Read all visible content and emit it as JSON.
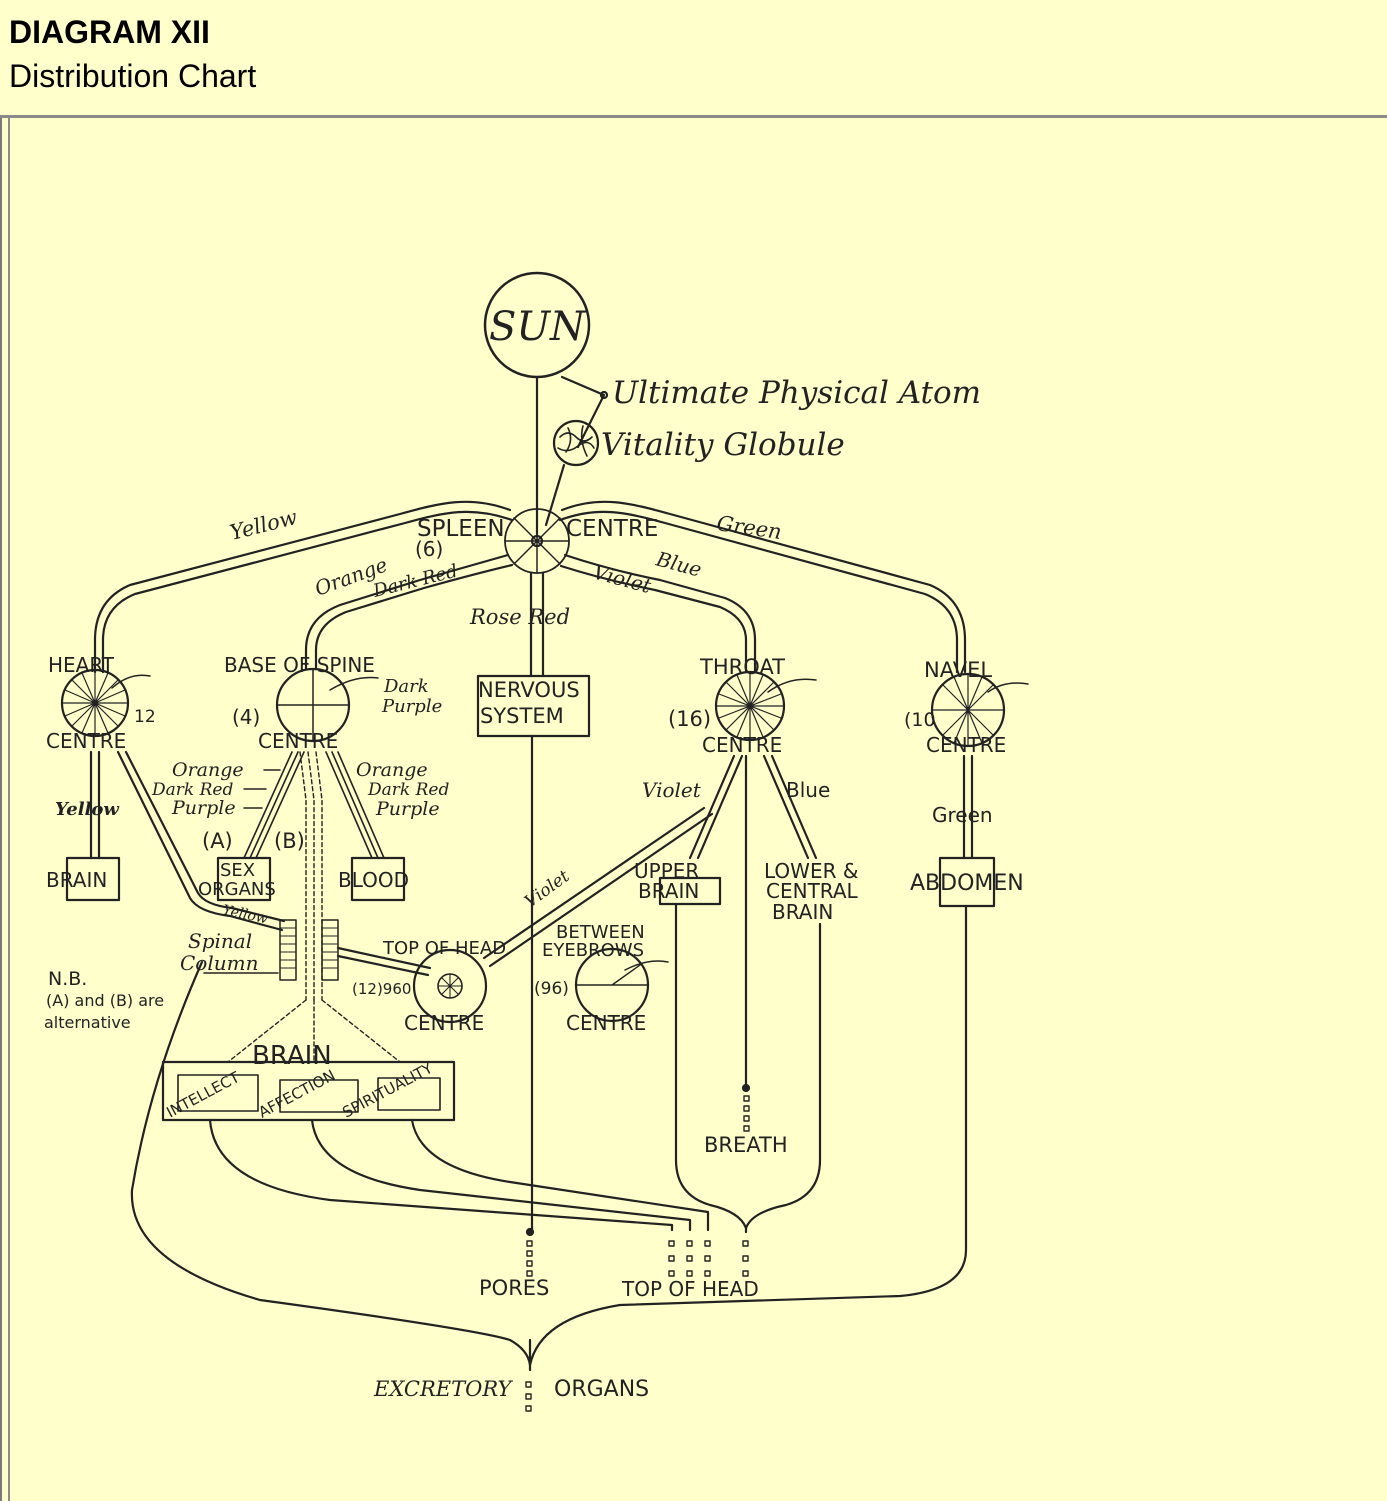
{
  "header": {
    "title": "DIAGRAM XII",
    "subtitle": "Distribution Chart"
  },
  "diagram": {
    "sun": "SUN",
    "ultimate_atom": "Ultimate Physical Atom",
    "vitality_globule": "Vitality Globule",
    "spleen": "SPLEEN",
    "spleen_count": "(6)",
    "spleen_centre": "CENTRE",
    "rays": {
      "yellow": "Yellow",
      "green": "Green",
      "orange": "Orange",
      "dark_red": "Dark Red",
      "blue": "Blue",
      "violet": "Violet",
      "rose_red": "Rose Red"
    },
    "heart": {
      "name": "HEART",
      "count": "12",
      "centre": "CENTRE"
    },
    "base_of_spine": {
      "name": "BASE OF SPINE",
      "count": "(4)",
      "centre": "CENTRE",
      "dark": "Dark",
      "purple": "Purple"
    },
    "nervous_system": [
      "NERVOUS",
      "SYSTEM"
    ],
    "throat": {
      "name": "THROAT",
      "count": "(16)",
      "centre": "CENTRE"
    },
    "navel": {
      "name": "NAVEL",
      "count": "(10",
      "centre": "CENTRE"
    },
    "heart_branch": "Yellow",
    "heart_target": "BRAIN",
    "spine_left": {
      "orange": "Orange",
      "dark_red": "Dark Red",
      "purple": "Purple"
    },
    "spine_right": {
      "orange": "Orange",
      "dark_red": "Dark Red",
      "purple": "Purple"
    },
    "alt_a": "(A)",
    "alt_b": "(B)",
    "sex_organs": [
      "SEX",
      "ORGANS"
    ],
    "blood": "BLOOD",
    "throat_violet": "Violet",
    "throat_blue": "Blue",
    "navel_green": "Green",
    "upper_brain": [
      "UPPER",
      "BRAIN"
    ],
    "lower_brain": [
      "LOWER &",
      "CENTRAL",
      "BRAIN"
    ],
    "abdomen": "ABDOMEN",
    "yellow_small": "Yellow",
    "spinal_column": [
      "Spinal",
      "Column"
    ],
    "violet_small": "Violet",
    "top_of_head": {
      "name": "TOP OF HEAD",
      "count": "(12)960",
      "centre": "CENTRE"
    },
    "between_eyebrows": {
      "name": [
        "BETWEEN",
        "EYEBROWS"
      ],
      "count": "(96)",
      "centre": "CENTRE"
    },
    "nb_note": [
      "N.B.",
      "(A) and (B) are",
      "alternative"
    ],
    "brain": "BRAIN",
    "brain_parts": [
      "INTELLECT",
      "AFFECTION",
      "SPIRITUALITY"
    ],
    "breath": "BREATH",
    "pores": "PORES",
    "top_of_head_bottom": "TOP OF HEAD",
    "excretory": "EXCRETORY",
    "organs": "ORGANS"
  },
  "colors": {
    "background": "#ffffcc",
    "ink": "#222222",
    "border": "#8a8a8a"
  }
}
